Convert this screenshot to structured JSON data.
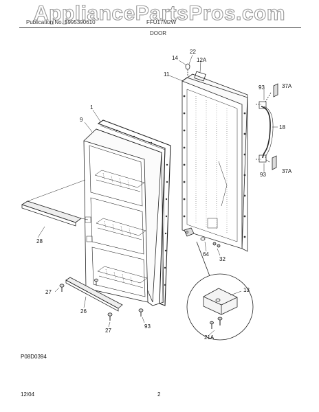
{
  "watermark": "AppliancePartsPros.com",
  "header": {
    "left": "Publication No. 5995390610",
    "right": "FFU17M2W",
    "section": "DOOR"
  },
  "callouts": {
    "c14": "14",
    "c22": "22",
    "c12a": "12A",
    "c11": "11",
    "c93a": "93",
    "c37a_top": "37A",
    "c18": "18",
    "c93b": "93",
    "c37a_bot": "37A",
    "c1": "1",
    "c9": "9",
    "c28": "28",
    "c64": "64",
    "c32": "32",
    "c13": "13",
    "c27a": "27",
    "c26": "26",
    "c27b": "27",
    "c93c": "93",
    "c21a": "21A"
  },
  "figure_code": "P08D0394",
  "footer": {
    "date": "12/04",
    "page": "2"
  }
}
